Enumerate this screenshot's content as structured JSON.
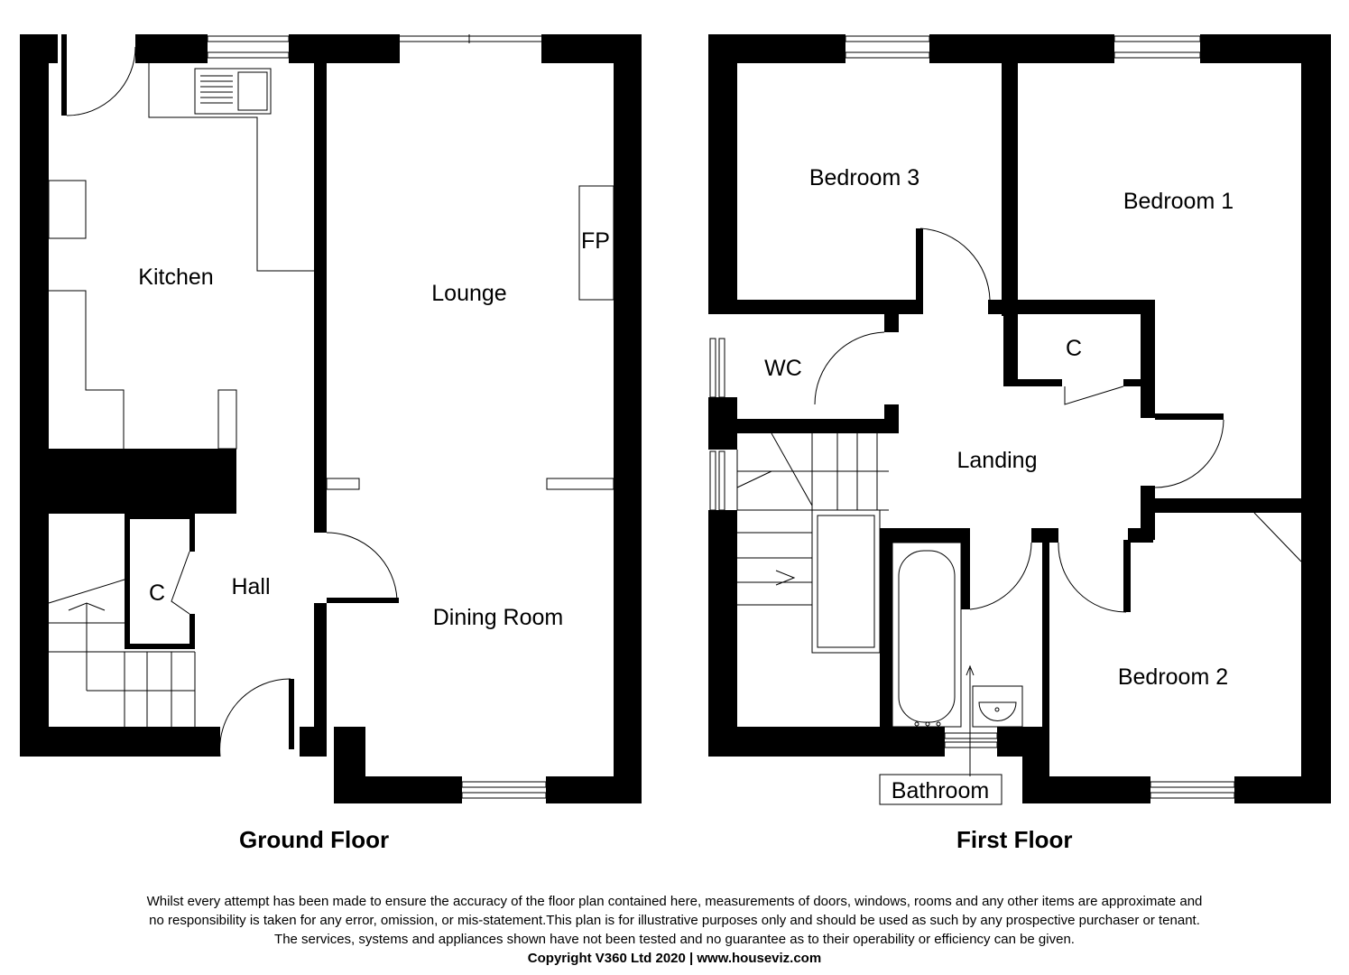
{
  "ground_floor": {
    "title": "Ground Floor",
    "rooms": {
      "kitchen": "Kitchen",
      "lounge": "Lounge",
      "fireplace": "FP",
      "hall": "Hall",
      "cupboard": "C",
      "dining_room": "Dining Room"
    }
  },
  "first_floor": {
    "title": "First Floor",
    "rooms": {
      "bedroom_3": "Bedroom 3",
      "bedroom_1": "Bedroom 1",
      "wc": "WC",
      "cupboard": "C",
      "landing": "Landing",
      "bedroom_2": "Bedroom 2",
      "bathroom": "Bathroom"
    }
  },
  "disclaimer": {
    "line1": "Whilst every attempt has been made to ensure the accuracy of the floor plan contained here, measurements of doors, windows, rooms and any other items are approximate and",
    "line2": "no responsibility is taken for any error, omission, or mis-statement.This plan is for illustrative purposes only and should be used as such by any prospective purchaser or tenant.",
    "line3": "The services, systems and appliances shown have not been tested and no guarantee as to their operability or efficiency can be given.",
    "copyright": "Copyright V360 Ltd 2020 | www.houseviz.com"
  }
}
